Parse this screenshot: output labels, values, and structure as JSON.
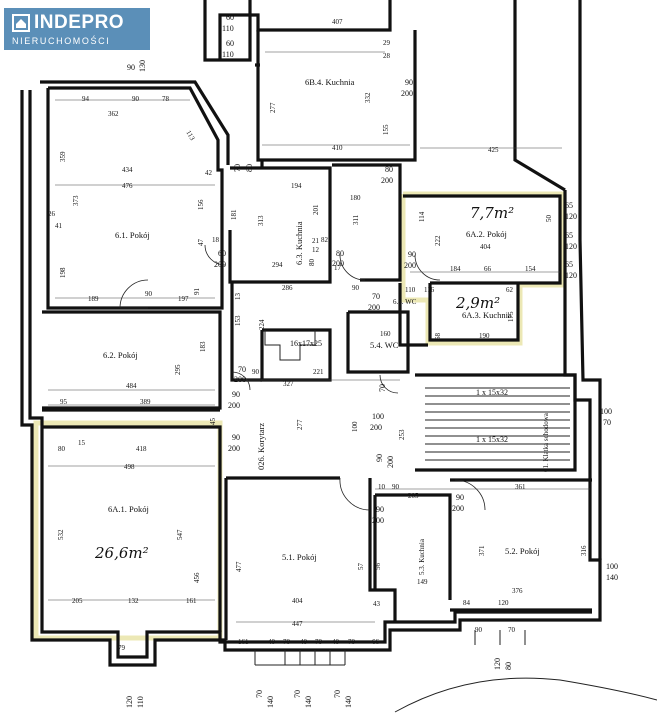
{
  "logo": {
    "name": "INDEPRO",
    "tagline": "NIERUCHOMOŚCI",
    "brand_color": "#5b8fb8"
  },
  "rooms": {
    "r6b4": "6B.4. Kuchnia",
    "r61": "6.1. Pokój",
    "r63": "6.3. Kuchnia",
    "r6a2": "6A.2. Pokój",
    "r6a3": "6A.3. Kuchnia",
    "r64": "6.4. WC",
    "r62": "6.2. Pokój",
    "r54": "5.4. WC",
    "klatka": "01. Klatka schodowa",
    "r6a1": "6A.1. Pokój",
    "korytarz": "026. Korytarz",
    "r51": "5.1. Pokój",
    "r53": "5.3. Kuchnia",
    "r52": "5.2. Pokój"
  },
  "handwritten": {
    "a1": "7,7m²",
    "a2": "2,9m²",
    "a3": "26,6m²"
  },
  "stairs": {
    "s1": "16x17x25",
    "s2": "1 x 15x32",
    "s3": "1 x 15x32"
  },
  "dims": {
    "d60a": "60",
    "d110a": "110",
    "d60b": "60",
    "d110b": "110",
    "d90": "90",
    "d130": "130",
    "d407": "407",
    "d29": "29",
    "d28": "28",
    "d332": "332",
    "d277a": "277",
    "d155": "155",
    "d410": "410",
    "d425": "425",
    "d90v": "90",
    "d200v": "200",
    "d94": "94",
    "d90t": "90",
    "d78": "78",
    "d362": "362",
    "d113": "113",
    "d359": "359",
    "d434": "434",
    "d476": "476",
    "d373": "373",
    "d42": "42",
    "d156": "156",
    "d47": "47",
    "d18": "18",
    "d26": "26",
    "d41": "41",
    "d198": "198",
    "d189": "189",
    "d90m": "90",
    "d197": "197",
    "d91": "91",
    "d70v": "70",
    "d80v": "80",
    "d80b": "80",
    "d200b": "200",
    "d194": "194",
    "d180": "180",
    "d181": "181",
    "d313": "313",
    "d201": "201",
    "d311": "311",
    "d21": "21",
    "d82": "82",
    "d12": "12",
    "d294": "294",
    "d80": "80",
    "d17": "17",
    "d80c": "80",
    "d200c": "200",
    "d60c": "60",
    "d200d": "200",
    "d114": "114",
    "d222": "222",
    "d404": "404",
    "d184": "184",
    "d66": "66",
    "d154": "154",
    "d65a": "65",
    "d120a": "120",
    "d65b": "65",
    "d120b": "120",
    "d65c": "65",
    "d120c": "120",
    "d50": "50",
    "d90e": "90",
    "d200e": "200",
    "d110": "110",
    "d116": "116",
    "d62": "62",
    "d190": "190",
    "d175": "175",
    "d68": "68",
    "d286": "286",
    "d90h": "90",
    "d70h": "70",
    "d200h": "200",
    "d13": "13",
    "d153": "153",
    "d224": "224",
    "d183": "183",
    "d295": "295",
    "d160": "160",
    "d484": "484",
    "d90s": "90",
    "d327": "327",
    "d221": "221",
    "d70w": "70",
    "d200w": "200",
    "d95": "95",
    "d389": "389",
    "d90k": "90",
    "d200k": "200",
    "d100a": "100",
    "d200f": "200",
    "d100b": "100",
    "d70r": "70",
    "d253": "253",
    "d45": "45",
    "d80k": "80",
    "d418": "418",
    "d15": "15",
    "d90n": "90",
    "d200n": "200",
    "d498": "498",
    "d277k": "277",
    "d90q": "90",
    "d200q": "200",
    "d10": "10",
    "d90z": "90",
    "d205a": "205",
    "d361": "361",
    "d90x": "90",
    "d200x": "200",
    "d90y": "90",
    "d200y": "200",
    "d532": "532",
    "d547": "547",
    "d456": "456",
    "d477": "477",
    "d371": "371",
    "d316": "316",
    "d100": "100",
    "d140": "140",
    "d57": "57",
    "d56": "56",
    "d149": "149",
    "d376": "376",
    "d84": "84",
    "d120d": "120",
    "d205b": "205",
    "d132": "132",
    "d161a": "161",
    "d404b": "404",
    "d43": "43",
    "d447": "447",
    "d40a": "40",
    "d70a": "70",
    "d40b": "40",
    "d70b": "70",
    "d40c": "40",
    "d70c": "70",
    "d66b": "66",
    "d161b": "161",
    "d79": "79",
    "d120e": "120",
    "d110e": "110",
    "d70f": "70",
    "d140f": "140",
    "d70g": "70",
    "d140g": "140",
    "d70i": "70",
    "d140i": "140",
    "d120g": "120",
    "d80g": "80",
    "d90j": "90",
    "d70j": "70",
    "d100j": "100",
    "d70k": "70"
  }
}
